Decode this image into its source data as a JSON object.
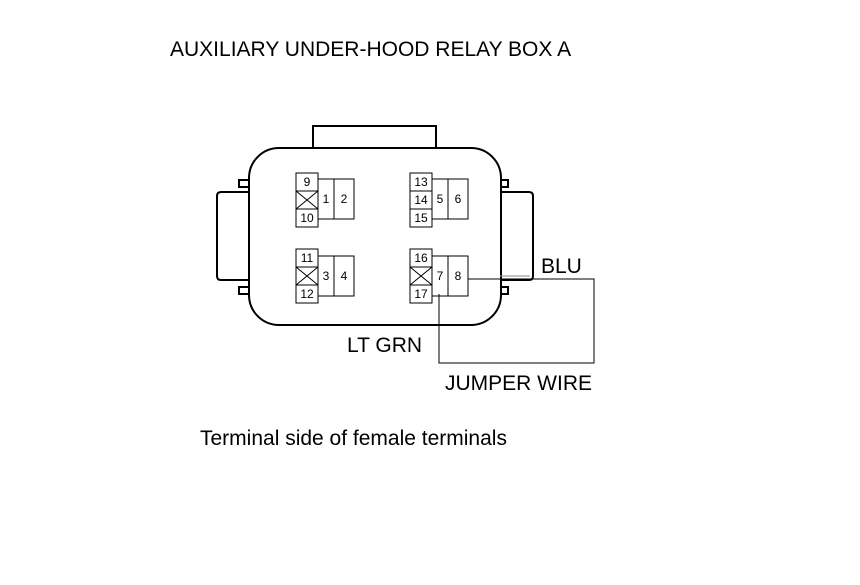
{
  "title": "AUXILIARY UNDER-HOOD RELAY BOX A",
  "caption": "Terminal side of female terminals",
  "wire_labels": {
    "blu": "BLU",
    "lt_grn": "LT GRN",
    "jumper": "JUMPER WIRE"
  },
  "terminals": {
    "t1": "1",
    "t2": "2",
    "t3": "3",
    "t4": "4",
    "t5": "5",
    "t6": "6",
    "t7": "7",
    "t8": "8",
    "t9": "9",
    "t10": "10",
    "t11": "11",
    "t12": "12",
    "t13": "13",
    "t14": "14",
    "t15": "15",
    "t16": "16",
    "t17": "17"
  }
}
